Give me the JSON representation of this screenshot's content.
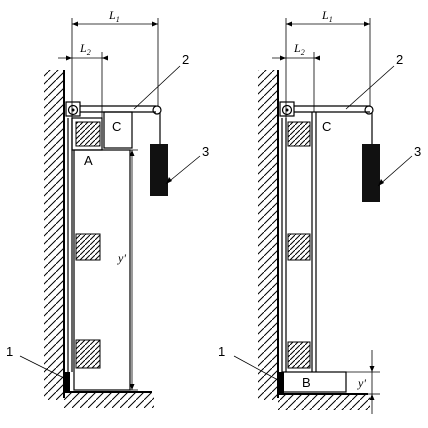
{
  "callouts": {
    "one": "1",
    "two": "2",
    "three": "3"
  },
  "points": {
    "a": "A",
    "b": "B",
    "c": "C"
  },
  "dims": {
    "l_main": "L",
    "l_main_sub": "1",
    "l_short": "L",
    "l_short_sub": "2",
    "y": "y'"
  }
}
